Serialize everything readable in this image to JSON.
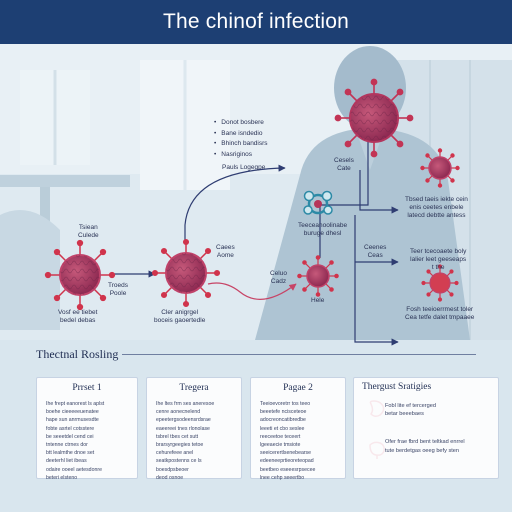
{
  "header": {
    "title": "The chinof infection"
  },
  "diagram": {
    "labels": {
      "entry_top": "Tsiean\nCulede",
      "entry_side": "Troeds\nPoole",
      "entry_bottom": "Vosf ee tiebet\nbedel debas",
      "mid_top": "Caees\nAome",
      "mid_bottom": "Cler anigrgel\nboceis gaoertedle",
      "arrow_label": "Pauls Logegpe",
      "host_top": "Cesels\nCate",
      "receptor": "Teeceanoolinabe\nburuge dhesl",
      "small_left": "Celuo\nCadz",
      "small_bottom": "Hele",
      "cell_side": "Ceenes\nCeas",
      "out_top": "Tbsed taeis iekte cein\nenis ceetes enbele\nlatecd debtte antess",
      "out_mid": "Teer tcecoaete boly\nlalier leet geeseaps\nt the",
      "out_bottom": "Fosh teeioerrmest toler\nCea tetfe dalet tmpaaee"
    },
    "bullets": [
      "Donot bosbere",
      "Bane isndedio",
      "Bhinch bandisrs",
      "Nasriginos"
    ]
  },
  "section": {
    "title": "Thectnal Rosling"
  },
  "cards": [
    {
      "title": "Prrset 1",
      "text": "Ihe frept eanorest ls aplst\nboehe cieeeeeuenatee\nhape sun anrmusesdte\nfobte asrtel cotsstere\nbe seeetdel cend cei\ntntenne ctrnes dor\nbtt lealmthe dnoe set\ndeeterhl liet ibeas\nodaire ooeel aetesdonre\nbeteri elsteno"
    },
    {
      "title": "Tregera",
      "text": "Ihe ltes frm ses aneresoe\ncenre aonecnelend\nepeetergsodeensrdsrae\neaeereei tnes rlonolase\ntsbrel tbes cet sutt\nbrarsyrgeegies tetoe\ncehurefeee anel\nseatkpostenns ce ls\nboesdpsbeoer\ndeod osnoe"
    },
    {
      "title": "Pagae 2",
      "text": "Teeioevoretrr tos teeo\nbeeetefe ncisceteoe\nadocreoncatibredbe\nleeeti et cbo seslee\nreeceetoe teceert\nlgeeaecie tmsiote\nseeicerertlsenebearse\nedeeneeprtieoreteopad\nbeetbeo eseeesrpsecee\nlnee cehp seeertbo"
    }
  ],
  "therapy": {
    "title": "Thergust Sratigies",
    "items": [
      {
        "icon": "kidney-icon",
        "text": "Fobl lite ef tercerged\nbetar beeebaes"
      },
      {
        "icon": "organ-icon",
        "text": "Ofer frae fbrd bent teltkad enrrel\ntute berdetgas oeeg befy sten"
      }
    ]
  },
  "colors": {
    "title_bar": "#1d3f73",
    "virus": "#b6345a",
    "virus_spike": "#d0344c",
    "arrow_navy": "#2f3d72",
    "arrow_pink": "#c74466",
    "receptor": "#2d8aa6"
  }
}
